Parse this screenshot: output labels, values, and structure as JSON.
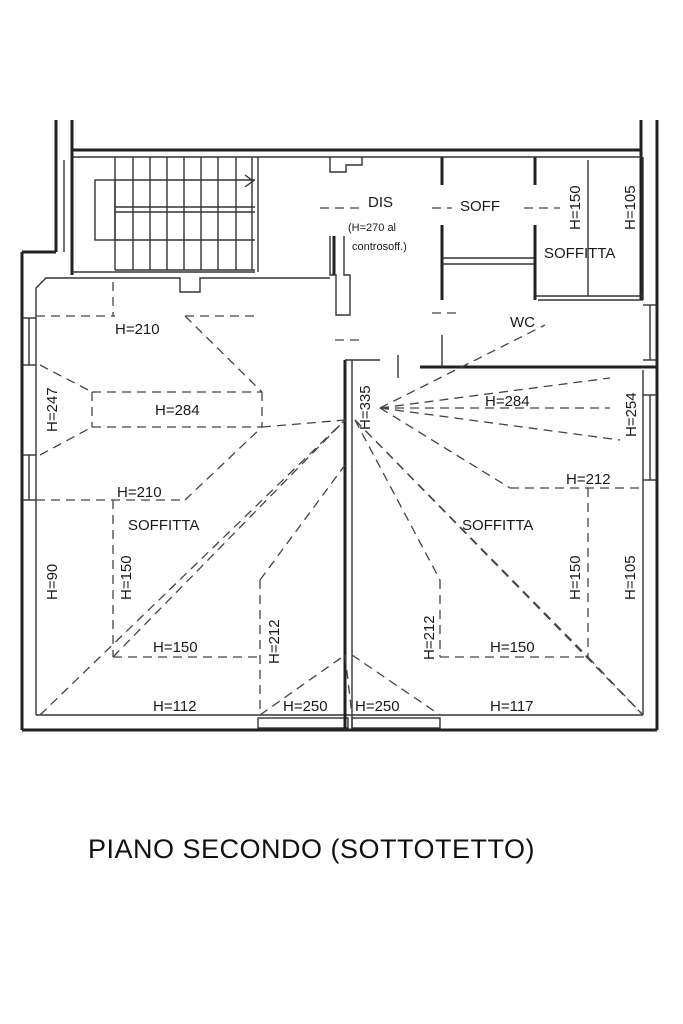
{
  "caption": "PIANO SECONDO (SOTTOTETTO)",
  "rooms": {
    "dis": "DIS",
    "dis_note_1": "(H=270 al",
    "dis_note_2": "controsoff.)",
    "soff": "SOFF",
    "soffitta_top_right": "SOFFITTA",
    "wc": "WC",
    "soffitta_left": "SOFFITTA",
    "soffitta_right": "SOFFITTA"
  },
  "heights": {
    "h150_top": "H=150",
    "h105_top": "H=105",
    "h210_upper": "H=210",
    "h247": "H=247",
    "h284_left": "H=284",
    "h335": "H=335",
    "h284_right": "H=284",
    "h254": "H=254",
    "h210_lower": "H=210",
    "h212_right_upper": "H=212",
    "h90": "H=90",
    "h150_left_vert": "H=150",
    "h212_left_vert": "H=212",
    "h212_right_vert": "H=212",
    "h150_right_vert": "H=150",
    "h105_right": "H=105",
    "h150_left_horiz": "H=150",
    "h150_right_horiz": "H=150",
    "h112": "H=112",
    "h250_left": "H=250",
    "h250_right": "H=250",
    "h117": "H=117"
  }
}
